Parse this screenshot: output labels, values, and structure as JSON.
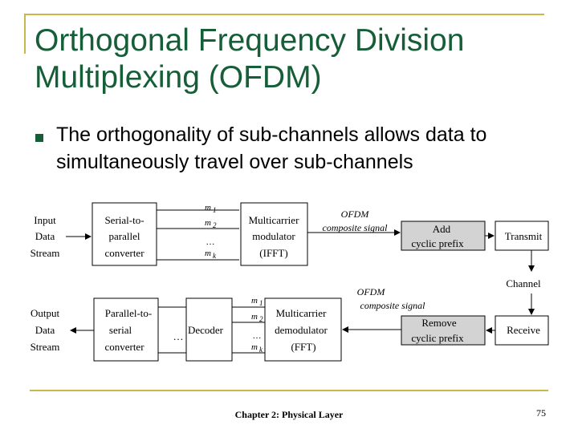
{
  "slide": {
    "title_line1": "Orthogonal Frequency Division",
    "title_line2": "Multiplexing (OFDM)",
    "bullet_line1": "The orthogonality of sub-channels allows data to",
    "bullet_line2": "simultaneously travel over sub-channels",
    "footer": "Chapter 2: Physical Layer",
    "page_number": "75"
  },
  "diagram": {
    "input_stream": [
      "Input",
      "Data",
      "Stream"
    ],
    "s2p": [
      "Serial-to-",
      "parallel",
      "converter"
    ],
    "tx_taps": {
      "m1": "m",
      "m1_sub": "1",
      "m2": "m",
      "m2_sub": "2",
      "dots": "…",
      "mk": "m",
      "mk_sub": "k"
    },
    "modulator": [
      "Multicarrier",
      "modulator",
      "(IFFT)"
    ],
    "ofdm_tx": [
      "OFDM",
      "composite signal"
    ],
    "add_prefix": [
      "Add",
      "cyclic prefix"
    ],
    "transmit": "Transmit",
    "channel": "Channel",
    "receive": "Receive",
    "remove_prefix": [
      "Remove",
      "cyclic prefix"
    ],
    "ofdm_rx": [
      "OFDM",
      "composite signal"
    ],
    "demodulator": [
      "Multicarrier",
      "demodulator",
      "(FFT)"
    ],
    "rx_taps": {
      "m1": "m",
      "m1_sub": "1",
      "m2": "m",
      "m2_sub": "2",
      "dots": "…",
      "mk": "m",
      "mk_sub": "k"
    },
    "decoder": "Decoder",
    "decoder_dots": "…",
    "p2s": [
      "Parallel-to-",
      "serial",
      "converter"
    ],
    "output_stream": [
      "Output",
      "Data",
      "Stream"
    ]
  }
}
